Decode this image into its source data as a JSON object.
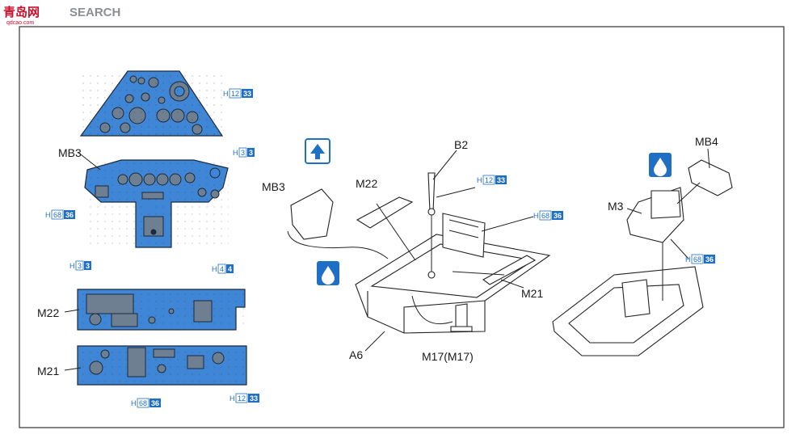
{
  "watermark": {
    "logo_text": "青岛网",
    "site_name": "SEARCH",
    "sub_text": "qdcao.com"
  },
  "colors": {
    "part_fill": "#3f86d6",
    "part_stroke": "#1c2a3a",
    "badge": "#1f6fc4",
    "line": "#222222",
    "frame": "#333333"
  },
  "labels": {
    "mb3_left": "MB3",
    "m22_left": "M22",
    "m21_left": "M21",
    "b2": "B2",
    "m22_mid": "M22",
    "mb3_mid": "MB3",
    "m21_mid": "M21",
    "a6": "A6",
    "m17": "M17(M17)",
    "mb4": "MB4",
    "m3": "M3"
  },
  "paint_callouts": [
    {
      "prefix": "H",
      "number": "12",
      "code": "33"
    },
    {
      "prefix": "H",
      "number": "3",
      "code": "3"
    },
    {
      "prefix": "H",
      "number": "68",
      "code": "36"
    },
    {
      "prefix": "H",
      "number": "3",
      "code": "3"
    },
    {
      "prefix": "H",
      "number": "4",
      "code": "4"
    },
    {
      "prefix": "H",
      "number": "68",
      "code": "36"
    },
    {
      "prefix": "H",
      "number": "12",
      "code": "33"
    },
    {
      "prefix": "H",
      "number": "12",
      "code": "33"
    },
    {
      "prefix": "H",
      "number": "68",
      "code": "36"
    },
    {
      "prefix": "H",
      "number": "68",
      "code": "36"
    }
  ],
  "icons": [
    "assembly-up-arrow-icon",
    "glue-drop-icon",
    "glue-drop-icon"
  ]
}
